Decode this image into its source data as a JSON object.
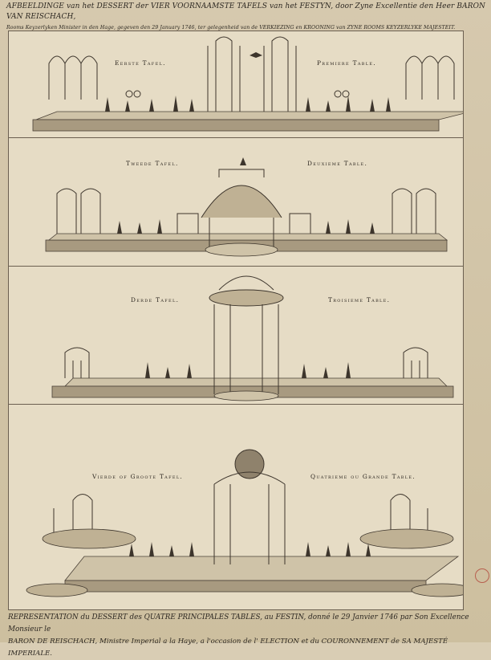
{
  "header": {
    "line1": "AFBEELDINGE van het DESSERT der VIER VOORNAAMSTE TAFELS van het FESTYN, door Zyne Excellentie den Heer BARON VAN REISCHACH,",
    "line2": "Rooms Keyzerlyken Minister in den Hage, gegeven den 29 January 1746, ter gelegenheid van de VERKIEZING en KROONING van ZYNE ROOMS KEYZERLYKE MAJESTEIT."
  },
  "panels": [
    {
      "left": "Eerste Tafel.",
      "right": "Premiere Table."
    },
    {
      "left": "Tweede Tafel.",
      "right": "Deuxieme Table."
    },
    {
      "left": "Derde Tafel.",
      "right": "Troisieme Table."
    },
    {
      "left": "Vierde of Groote Tafel.",
      "right": "Quatrieme ou Grande Table."
    }
  ],
  "footer": {
    "line1": "REPRESENTATION du DESSERT des QUATRE PRINCIPALES TABLES, au FESTIN, donné le 29 Janvier 1746 par Son Excellence Monsieur le",
    "line2": "BARON DE REISCHACH, Ministre Imperial a la Haye, a l'occasion de l' ELECTION et du COURONNEMENT de SA MAJESTÉ IMPERIALE."
  },
  "colors": {
    "ink": "#2a2520",
    "paper": "#e6dcc5",
    "stamp": "#b3463a"
  }
}
